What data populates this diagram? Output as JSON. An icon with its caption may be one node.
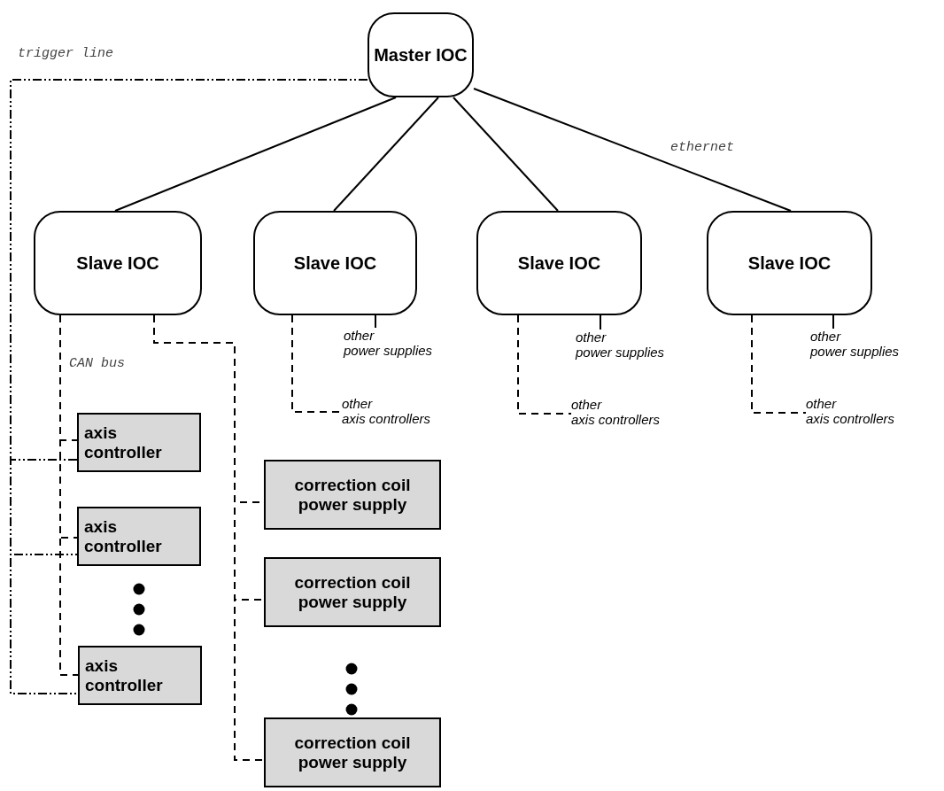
{
  "diagram": {
    "nodes": [
      {
        "text": [
          "Master IOC"
        ]
      },
      {
        "text": [
          "Slave IOC"
        ]
      },
      {
        "text": [
          "Slave IOC"
        ]
      },
      {
        "text": [
          "Slave IOC"
        ]
      },
      {
        "text": [
          "Slave IOC"
        ]
      },
      {
        "text": [
          "other power supplies"
        ]
      },
      {
        "text": [
          "other axis controllers"
        ]
      },
      {
        "text": [
          "other power supplies"
        ]
      },
      {
        "text": [
          "other axis controllers"
        ]
      },
      {
        "text": [
          "other power supplies"
        ]
      },
      {
        "text": [
          "other axis controllers"
        ]
      },
      {
        "text": [
          "axis controller"
        ]
      },
      {
        "text": [
          "axis controller"
        ]
      },
      {
        "text": [
          "axis controller"
        ]
      },
      {
        "text": [
          "correction coil power supply"
        ]
      },
      {
        "text": [
          "correction coil power supply"
        ]
      },
      {
        "text": [
          "correction coil power supply"
        ]
      }
    ],
    "edges": [
      {
        "from": 0,
        "to": 1,
        "arrow": "none"
      },
      {
        "from": 0,
        "to": 2,
        "arrow": "none"
      },
      {
        "from": 0,
        "to": 3,
        "arrow": "none"
      },
      {
        "from": 0,
        "to": 4,
        "arrow": "none"
      },
      {
        "from": 1,
        "to": 11,
        "arrow": "none",
        "style": "dashed"
      },
      {
        "from": 1,
        "to": 12,
        "arrow": "none",
        "style": "dashed"
      },
      {
        "from": 1,
        "to": 13,
        "arrow": "none",
        "style": "dashed"
      },
      {
        "from": 1,
        "to": 14,
        "arrow": "none",
        "style": "dashed"
      },
      {
        "from": 1,
        "to": 15,
        "arrow": "none",
        "style": "dashed"
      },
      {
        "from": 1,
        "to": 16,
        "arrow": "none",
        "style": "dashed"
      },
      {
        "from": 0,
        "to": 11,
        "arrow": "none",
        "style": "dashed"
      },
      {
        "from": 0,
        "to": 12,
        "arrow": "none",
        "style": "dashed"
      },
      {
        "from": 0,
        "to": 13,
        "arrow": "none",
        "style": "dashed"
      },
      {
        "from": 2,
        "to": 5,
        "arrow": "none"
      },
      {
        "from": 2,
        "to": 6,
        "arrow": "none",
        "style": "dashed"
      },
      {
        "from": 3,
        "to": 7,
        "arrow": "none"
      },
      {
        "from": 3,
        "to": 8,
        "arrow": "none",
        "style": "dashed"
      },
      {
        "from": 4,
        "to": 9,
        "arrow": "none"
      },
      {
        "from": 4,
        "to": 10,
        "arrow": "none",
        "style": "dashed"
      }
    ],
    "labels": [
      "trigger line",
      "ethernet",
      "CAN bus"
    ]
  }
}
